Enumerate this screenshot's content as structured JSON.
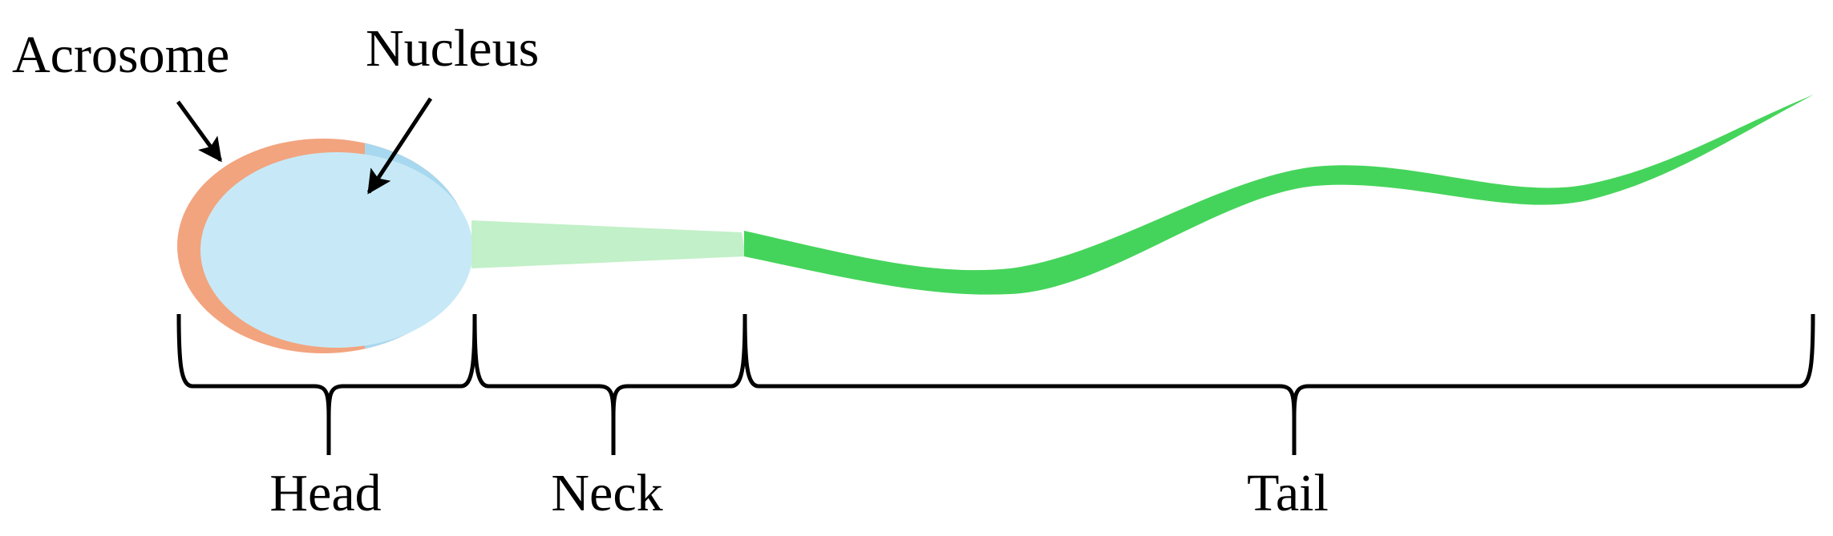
{
  "labels": {
    "acrosome": "Acrosome",
    "nucleus": "Nucleus",
    "head": "Head",
    "neck": "Neck",
    "tail": "Tail"
  },
  "colors": {
    "acrosome": "#f2a47f",
    "nucleus": "#c7e9f7",
    "nucleus_rim": "#a8d8ef",
    "neck": "#c2f0c8",
    "tail": "#45d45b",
    "ink": "#000000",
    "background": "#ffffff"
  }
}
